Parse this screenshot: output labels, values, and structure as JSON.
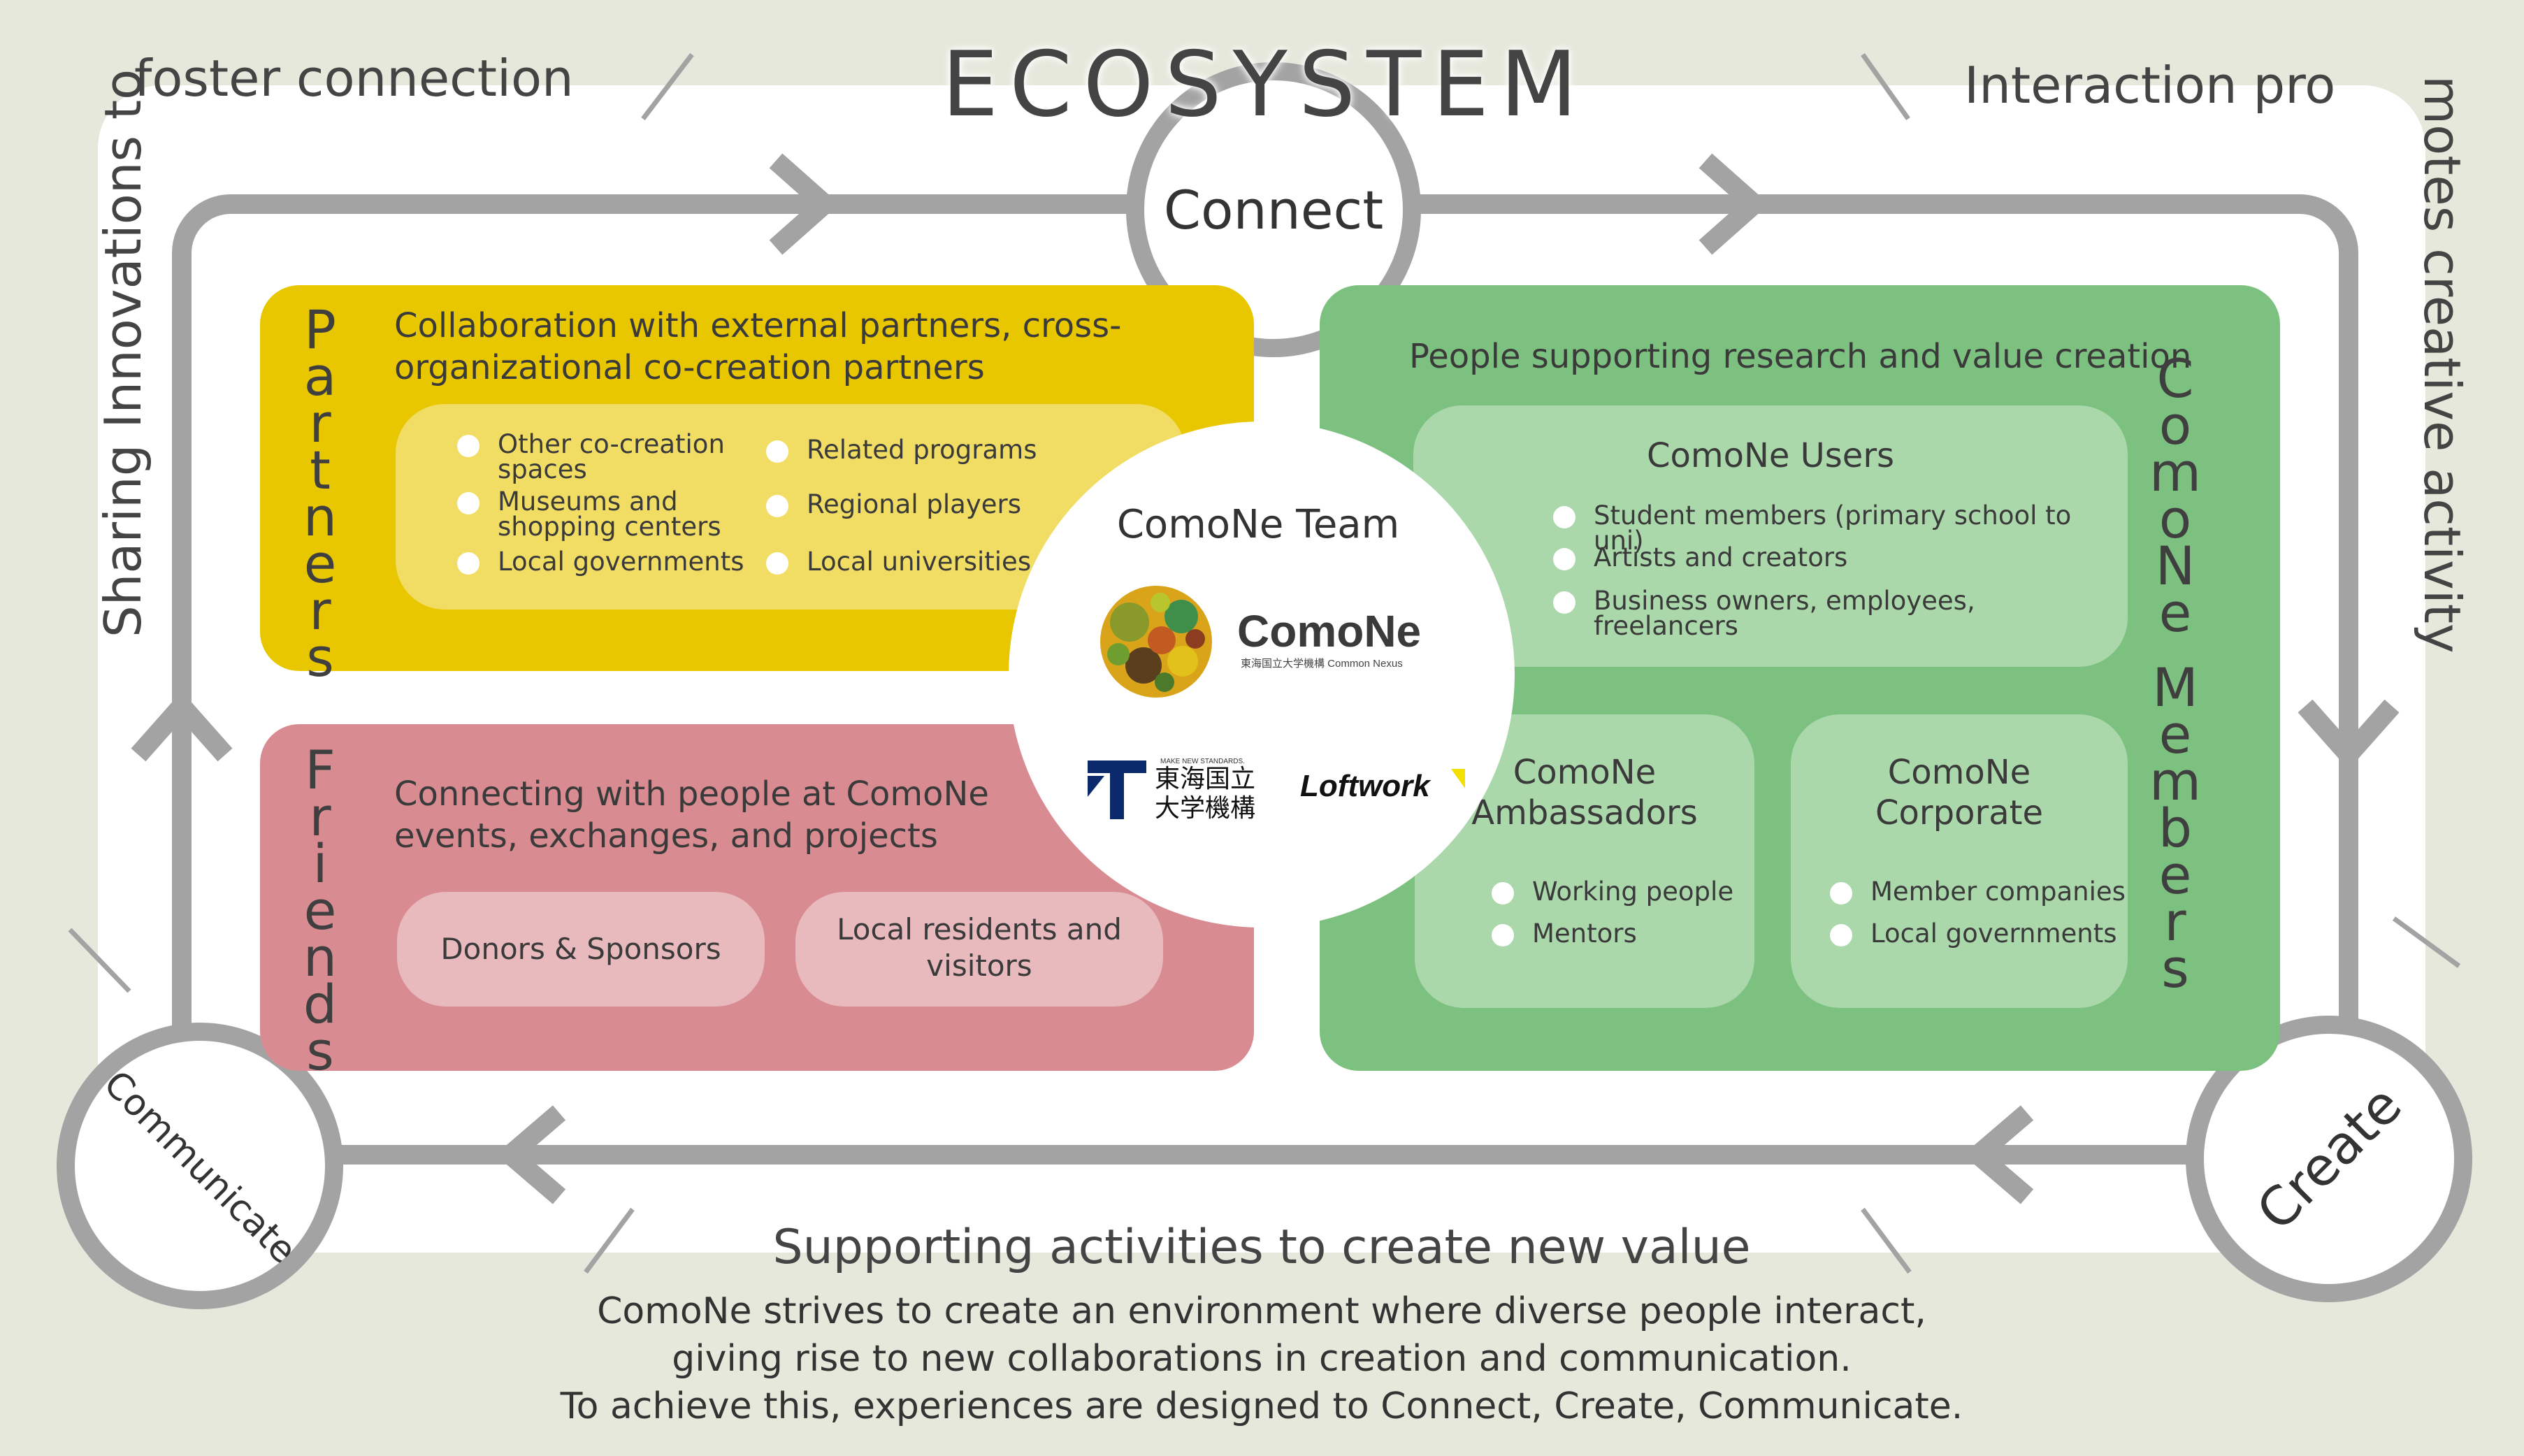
{
  "title": "ECOSYSTEM",
  "loop_texts": {
    "top_left": "foster connection",
    "left_vertical": "Sharing Innovations to",
    "top_right": "Interaction pro",
    "right_vertical": "motes creative activity"
  },
  "stages": {
    "connect": "Connect",
    "create": "Create",
    "communicate": "Communicate"
  },
  "partners": {
    "label": "Partners",
    "description_line1": "Collaboration with external partners, cross-",
    "description_line2": "organizational co-creation partners",
    "items": [
      {
        "line1": "Other co-creation",
        "line2": "spaces"
      },
      {
        "line1": "Museums and",
        "line2": "shopping centers"
      },
      {
        "line1": "Local governments",
        "line2": ""
      },
      {
        "line1": "Related programs",
        "line2": ""
      },
      {
        "line1": "Regional players",
        "line2": ""
      },
      {
        "line1": "Local universities",
        "line2": ""
      }
    ]
  },
  "friends": {
    "label": "Friends",
    "description_line1": "Connecting with people at ComoNe",
    "description_line2": "events, exchanges, and projects",
    "groups": [
      {
        "line1": "Donors & Sponsors",
        "line2": ""
      },
      {
        "line1": "Local residents and",
        "line2": "visitors"
      }
    ]
  },
  "members": {
    "label_line1": "ComoNe",
    "label_line2": "Members",
    "description": "People supporting research and value creation",
    "users": {
      "title": "ComoNe Users",
      "items": [
        "Student members (primary school to uni)",
        "Artists and creators",
        "Business owners, employees, freelancers"
      ]
    },
    "ambassadors": {
      "title_line1": "ComoNe",
      "title_line2": "Ambassadors",
      "items": [
        "Working people",
        "Mentors"
      ]
    },
    "corporate": {
      "title_line1": "ComoNe",
      "title_line2": "Corporate",
      "items": [
        "Member companies",
        "Local governments"
      ]
    }
  },
  "team": {
    "label": "ComoNe Team",
    "logo_main": "ComoNe",
    "logo_sub": "東海国立大学機構 Common Nexus",
    "tokai_tagline": "MAKE NEW STANDARDS.",
    "tokai_line1": "東海国立",
    "tokai_line2": "大学機構",
    "loftwork": "Loftwork"
  },
  "bottom": {
    "heading": "Supporting activities to create new value",
    "line1": "ComoNe strives to create an environment where diverse people interact,",
    "line2": "giving rise to new collaborations in creation and communication.",
    "line3": "To achieve this, experiences are designed to Connect, Create, Communicate."
  },
  "colors": {
    "background": "#e6e8dc",
    "loop": "#a3a3a3",
    "partners": "#e8c700",
    "friends": "#d98b92",
    "members": "#7cc17f"
  }
}
